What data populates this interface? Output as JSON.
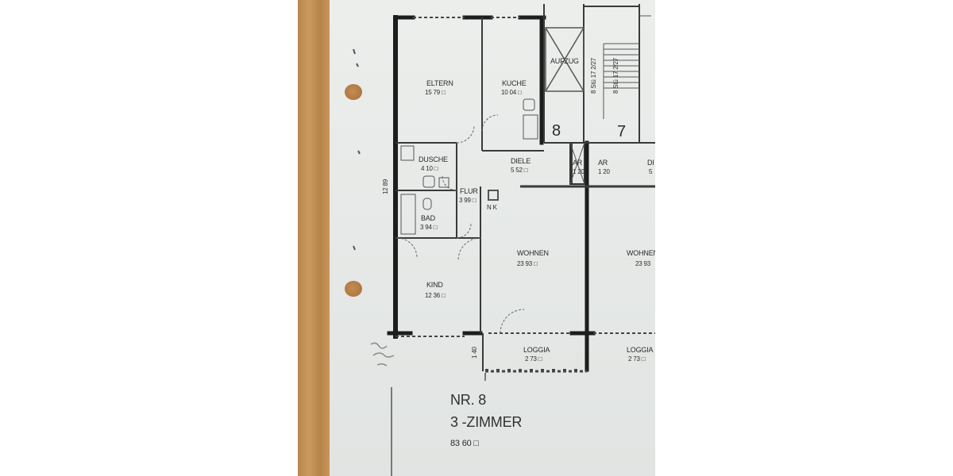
{
  "plan": {
    "apartment_number": "NR. 8",
    "apartment_type": "3 -ZIMMER",
    "total_area": "83 60 □",
    "dimension_side": "12 89",
    "dimension_loggia": "1 40",
    "rooms": {
      "eltern": {
        "name": "ELTERN",
        "area": "15 79 □"
      },
      "kueche": {
        "name": "KUCHE",
        "area": "10 04 □"
      },
      "aufzug": {
        "name": "AUFZUG"
      },
      "dusche": {
        "name": "DUSCHE",
        "area": "4 10 □"
      },
      "diele": {
        "name": "DIELE",
        "area": "5 52 □"
      },
      "ar1": {
        "name": "AR",
        "area": "1 20"
      },
      "ar2": {
        "name": "AR",
        "area": "1 20"
      },
      "di_right": {
        "name": "DI",
        "area": "5"
      },
      "flur": {
        "name": "FLUR",
        "area": "3 99 □"
      },
      "nk": {
        "name": "N K"
      },
      "bad": {
        "name": "BAD",
        "area": "3 94 □"
      },
      "wohnen": {
        "name": "WOHNEN",
        "area": "23 93 □"
      },
      "wohnen_right": {
        "name": "WOHNEN",
        "area": "23 93"
      },
      "kind": {
        "name": "KIND",
        "area": "12 36 □"
      },
      "loggia": {
        "name": "LOGGIA",
        "area": "2 73 □"
      },
      "loggia_right": {
        "name": "LOGGIA",
        "area": "2 73 □"
      }
    },
    "stair_notes": [
      "8 Stü 17 2/27",
      "8 Stü 17 2/27"
    ],
    "unit_labels": [
      "8",
      "7"
    ]
  }
}
